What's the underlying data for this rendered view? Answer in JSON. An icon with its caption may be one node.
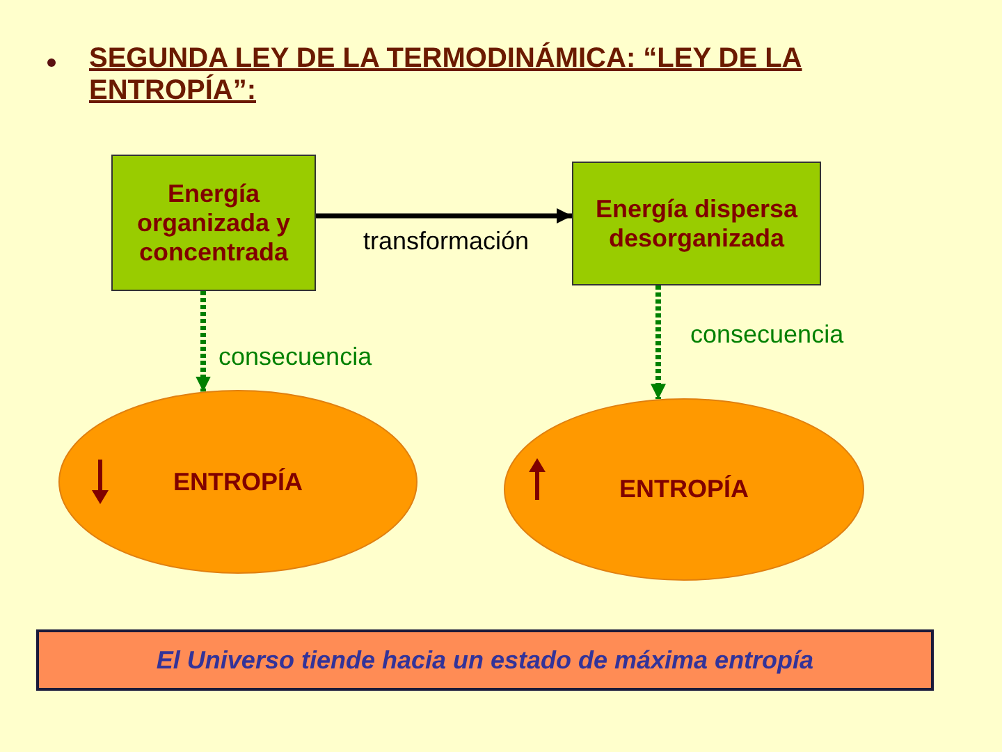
{
  "diagram": {
    "title": "SEGUNDA LEY DE LA TERMODINÁMICA: “LEY DE LA ENTROPÍA”:",
    "nodes": [
      {
        "text": [
          "Energía organizada y concentrada"
        ]
      },
      {
        "text": [
          "Energía dispersa desorganizada"
        ]
      },
      {
        "text": [
          "ENTROPÍA"
        ]
      },
      {
        "text": [
          "ENTROPÍA"
        ]
      },
      {
        "text": [
          "El Universo tiende hacia un estado de máxima entropía"
        ]
      }
    ],
    "edges": [
      {
        "from": 0,
        "to": 1,
        "arrow": "to",
        "label": "transformación",
        "color": "#000000"
      },
      {
        "from": 0,
        "to": 2,
        "arrow": "to",
        "label": "consecuencia",
        "style": "dashed",
        "color": "#008000"
      },
      {
        "from": 1,
        "to": 3,
        "arrow": "to",
        "label": "consecuencia",
        "style": "dashed",
        "color": "#008000"
      }
    ]
  }
}
